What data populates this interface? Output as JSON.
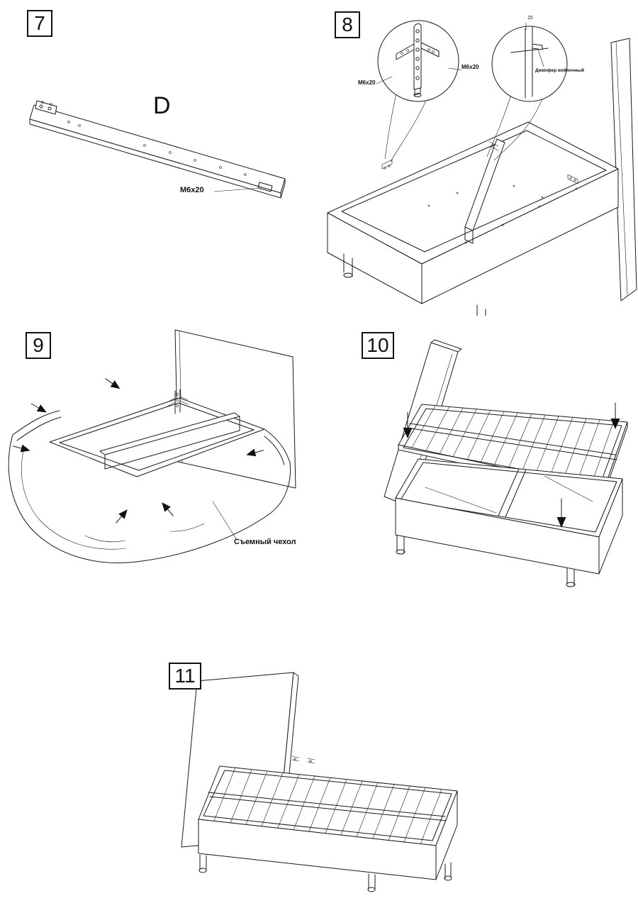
{
  "doc": {
    "background": "#ffffff",
    "line_color": "#1a1a1a"
  },
  "steps": {
    "s7": {
      "number": "7",
      "part_letter": "D",
      "screw_label": "M6x20"
    },
    "s8": {
      "number": "8",
      "screw_label_left": "M6x20",
      "screw_label_right": "M6x20",
      "damper_label": "Демпфер войлочный",
      "dim_label": "15"
    },
    "s9": {
      "number": "9",
      "cover_label": "Съемный чехол"
    },
    "s10": {
      "number": "10"
    },
    "s11": {
      "number": "11"
    }
  }
}
